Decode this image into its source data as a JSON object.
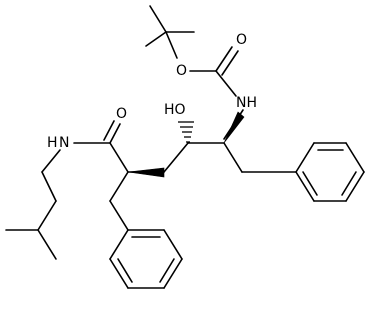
{
  "molecule": {
    "atoms": {
      "O_carbonyl_boc": "O",
      "O_ester_boc": "O",
      "NH_carbamate": "NH",
      "HO_hydroxyl": "HO",
      "O_amide": "O",
      "NH_amide": "N",
      "H_amide": "H"
    }
  }
}
